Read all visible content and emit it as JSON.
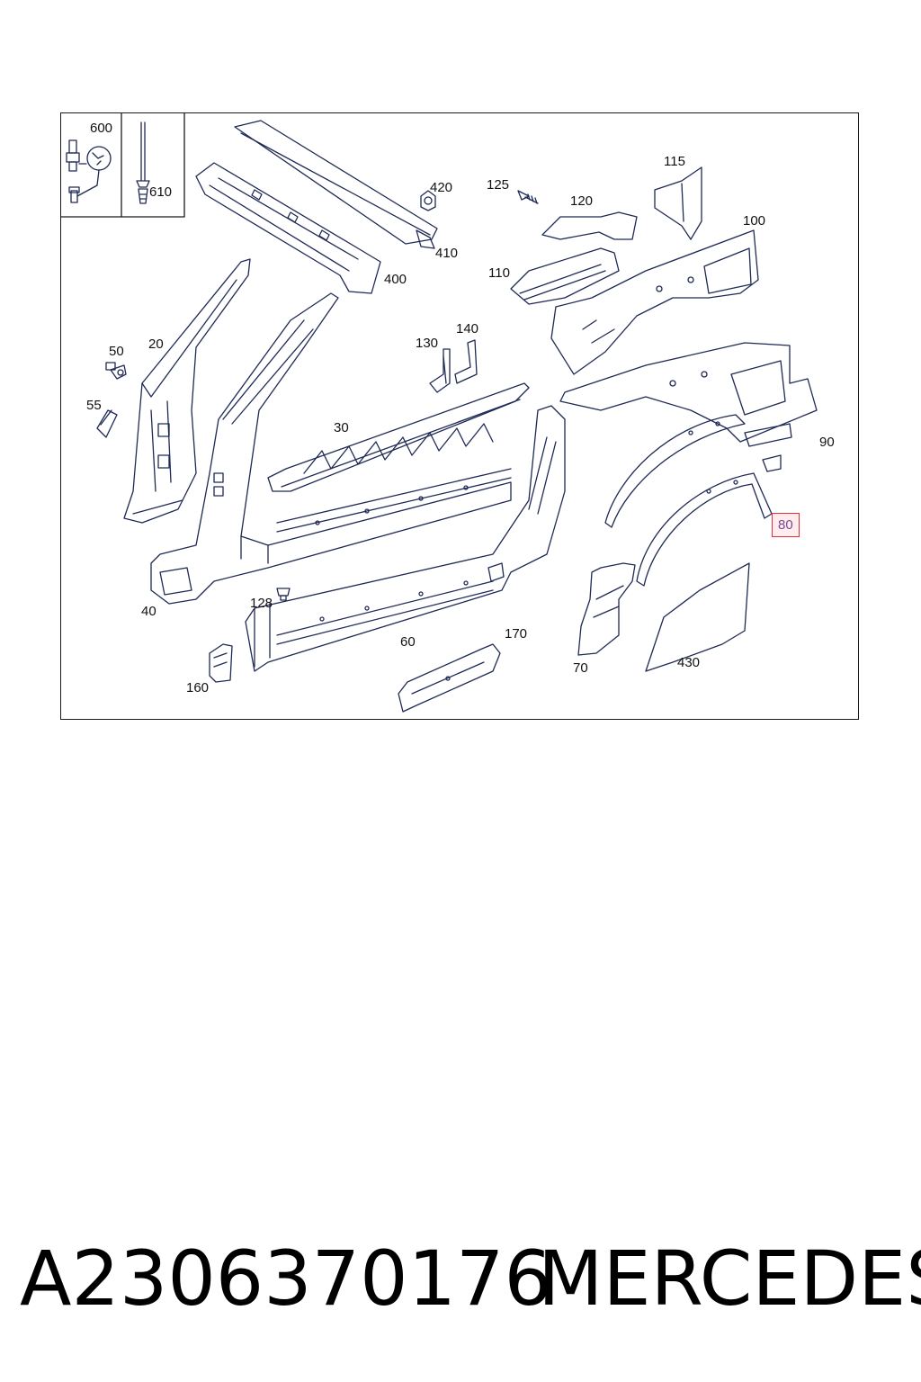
{
  "diagram": {
    "callouts": [
      {
        "id": "600",
        "label": "600"
      },
      {
        "id": "610",
        "label": "610"
      },
      {
        "id": "420",
        "label": "420"
      },
      {
        "id": "125",
        "label": "125"
      },
      {
        "id": "115",
        "label": "115"
      },
      {
        "id": "120",
        "label": "120"
      },
      {
        "id": "100",
        "label": "100"
      },
      {
        "id": "410",
        "label": "410"
      },
      {
        "id": "400",
        "label": "400"
      },
      {
        "id": "110",
        "label": "110"
      },
      {
        "id": "50",
        "label": "50"
      },
      {
        "id": "20",
        "label": "20"
      },
      {
        "id": "130",
        "label": "130"
      },
      {
        "id": "140",
        "label": "140"
      },
      {
        "id": "55",
        "label": "55"
      },
      {
        "id": "30",
        "label": "30"
      },
      {
        "id": "90",
        "label": "90"
      },
      {
        "id": "80",
        "label": "80",
        "highlighted": true
      },
      {
        "id": "128",
        "label": "128"
      },
      {
        "id": "40",
        "label": "40"
      },
      {
        "id": "170",
        "label": "170"
      },
      {
        "id": "60",
        "label": "60"
      },
      {
        "id": "70",
        "label": "70"
      },
      {
        "id": "430",
        "label": "430"
      },
      {
        "id": "160",
        "label": "160"
      }
    ],
    "highlight_color": "#e0303a",
    "line_color": "#1f2a55"
  },
  "caption": {
    "part_number": "A2306370176",
    "brand": "MERCEDES"
  }
}
